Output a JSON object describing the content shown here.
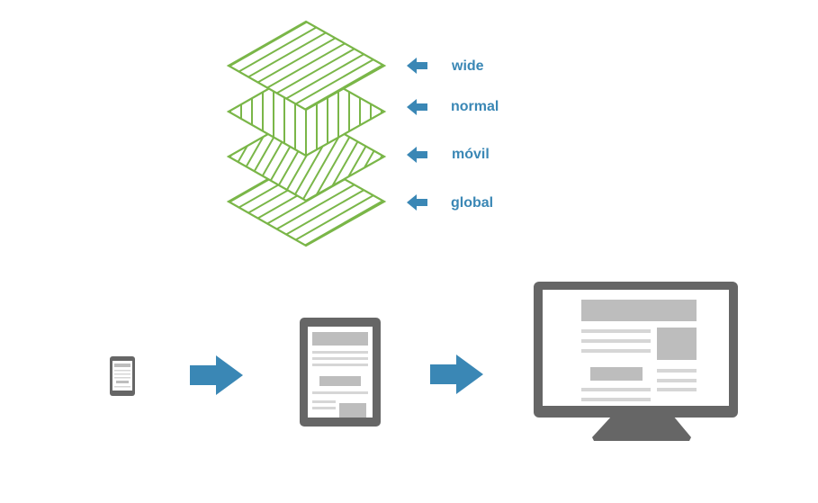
{
  "colors": {
    "layer_stroke": "#7ab648",
    "accent": "#3a87b5",
    "device_frame": "#666666",
    "content_block": "#bdbdbd",
    "content_line": "#d6d6d6",
    "screen": "#ffffff"
  },
  "layers": [
    {
      "label": "wide",
      "hatch": "diagonal-down"
    },
    {
      "label": "normal",
      "hatch": "vertical"
    },
    {
      "label": "móvil",
      "hatch": "diagonal-up"
    },
    {
      "label": "global",
      "hatch": "diagonal-down"
    }
  ],
  "devices": [
    {
      "name": "phone-icon"
    },
    {
      "name": "tablet-icon"
    },
    {
      "name": "desktop-monitor-icon"
    }
  ],
  "arrows": [
    "right-arrow-icon",
    "right-arrow-icon"
  ]
}
